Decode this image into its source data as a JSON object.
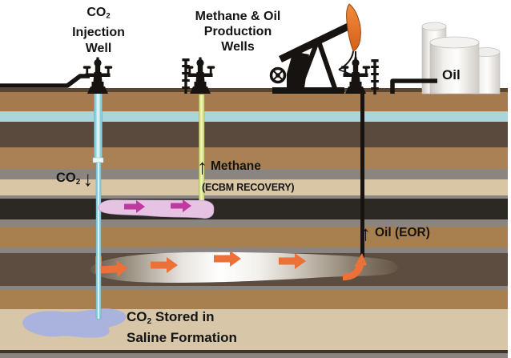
{
  "labels": {
    "injection_well": {
      "line1_main": "CO",
      "line1_sub": "2",
      "line2": "Injection",
      "line3": "Well"
    },
    "production_wells": {
      "line1": "Methane & Oil",
      "line2": "Production",
      "line3": "Wells"
    },
    "tank": "Oil",
    "co2_injecting": {
      "main": "CO",
      "sub": "2",
      "arrow": "↓"
    },
    "methane_recovery": {
      "arrow": "↑",
      "main": "Methane",
      "detail": "(ECBM RECOVERY)"
    },
    "oil_eor": {
      "arrow": "↑",
      "main": "Oil (EOR)"
    },
    "co2_stored": {
      "line1_main": "CO",
      "line1_sub": "2",
      "line1_rest": " Stored in",
      "line2": "Saline Formation"
    }
  },
  "palette": {
    "surface_line": "#5a452f",
    "brown_layer": "#a57a4e",
    "aquifer_blue": "#abd5dc",
    "dark_brown_layer": "#594a3d",
    "gray_layer": "#8b8581",
    "cream_layer": "#d9c6a5",
    "coal_seam": "#2c2824",
    "saline_formation": "#d7c7a8",
    "co2_well_blue": "#8ccfdc",
    "methane_well_yellow": "#dbe38a",
    "oil_well_black": "#171310",
    "co2_plume_pink": "#e6c3e3",
    "co2_arrow_magenta": "#bf3aa0",
    "oil_arrow_orange": "#ec7138",
    "pumpjack_head_orange": "#e8782a",
    "saline_plume_blue": "#a9b3dd",
    "oil_reservoir_light": "#ffffff",
    "tank_white": "#f2f1ef"
  },
  "icons": {
    "co2_wellhead": "co2-injection-wellhead-icon",
    "methane_wellhead": "methane-production-wellhead-icon",
    "oil_wellhead": "oil-production-wellhead-icon",
    "pumpjack": "pumpjack-icon",
    "tanks": "oil-storage-tanks-icon"
  }
}
